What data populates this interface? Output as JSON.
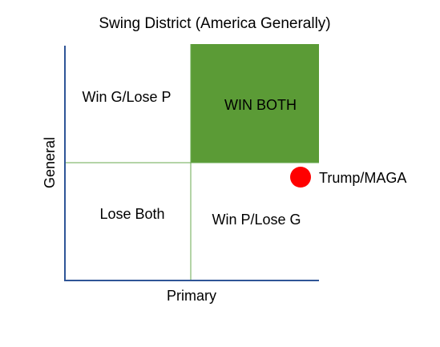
{
  "title": "Swing District (America Generally)",
  "axes": {
    "x_label": "Primary",
    "y_label": "General"
  },
  "quadrants": {
    "top_left": "Win G/Lose P",
    "top_right": "WIN BOTH",
    "bottom_left": "Lose Both",
    "bottom_right": "Win P/Lose G"
  },
  "marker": {
    "label": "Trump/MAGA",
    "color": "#ff0000"
  },
  "colors": {
    "win_both_fill": "#5b9b36",
    "axis_line": "#2f5597",
    "divider_line": "#6aa84f"
  }
}
